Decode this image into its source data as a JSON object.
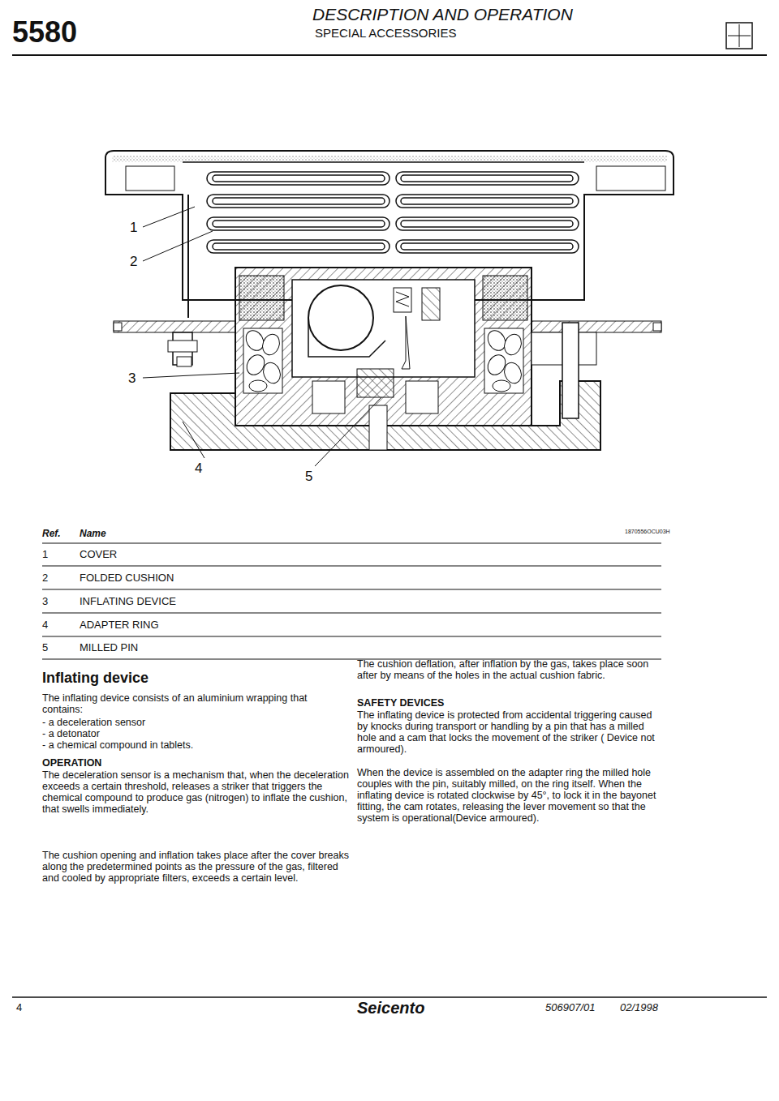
{
  "diagram": {
    "title": "DESCRIPTION AND OPERATION",
    "labels": [
      "5580",
      "SPECIAL ACCESSORIES",
      "1",
      "2",
      "3",
      "4",
      "5",
      "1870556OCU03H",
      "Ref.",
      "Name",
      "1",
      "COVER",
      "2",
      "FOLDED CUSHION",
      "3",
      "INFLATING DEVICE",
      "4",
      "ADAPTER RING",
      "5",
      "MILLED PIN",
      "Inflating device",
      "The inflating device consists of an aluminium wrapping that contains:",
      "- a deceleration sensor",
      "- a detonator",
      "- a chemical compound in tablets.",
      "OPERATION",
      "The deceleration sensor is a mechanism that, when the deceleration exceeds a certain threshold, releases a striker that triggers the chemical compound to produce gas (nitrogen) to inflate the cushion, that swells immediately.",
      "The cushion opening and inflation takes place after the cover breaks along the predetermined points as the pressure of the gas, filtered and cooled by appropriate filters, exceeds a certain level.",
      "The cushion deflation, after inflation by the gas, takes place soon after by means of the holes in the actual cushion fabric.",
      "SAFETY DEVICES",
      "The inflating device is protected from accidental triggering caused by knocks during transport or handling by a pin that has a milled hole and a cam that locks the movement of the striker ( Device not armoured).",
      "When the device is assembled on the adapter ring the milled hole couples with the pin, suitably milled, on the ring itself. When the inflating device is rotated clockwise by 45°, to lock it in the bayonet fitting, the cam rotates, releasing the lever movement so that the system is operational(Device armoured).",
      "4",
      "Seicento",
      "506907/01",
      "02/1998"
    ]
  }
}
